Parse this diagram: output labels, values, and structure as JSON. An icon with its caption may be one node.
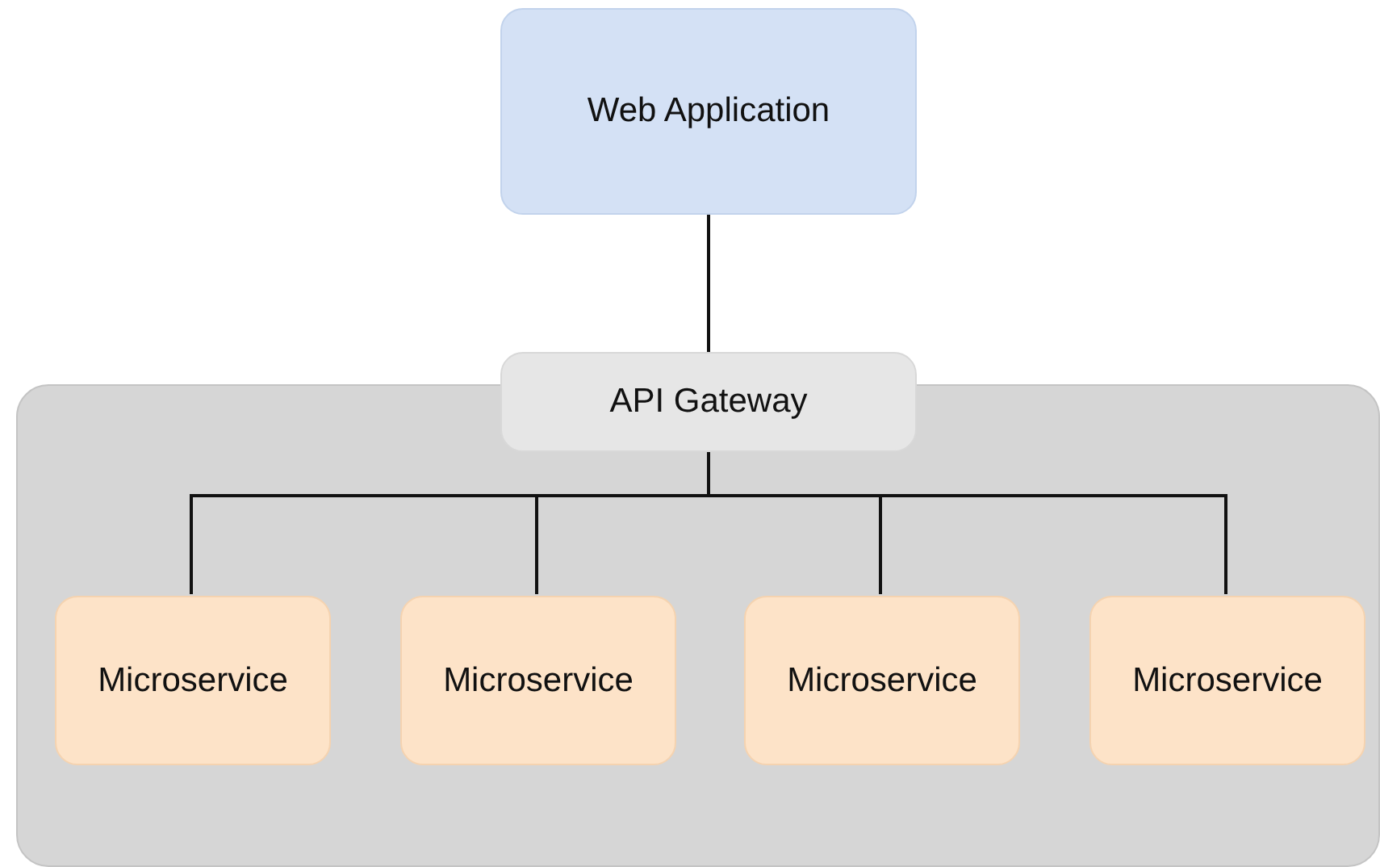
{
  "diagram": {
    "nodes": [
      {
        "text": [
          "Web Application"
        ]
      },
      {
        "text": [
          "API Gateway"
        ]
      },
      {
        "text": [],
        "shape": "box"
      },
      {
        "text": [
          "Microservice"
        ],
        "in": 2
      },
      {
        "text": [
          "Microservice"
        ],
        "in": 2
      },
      {
        "text": [
          "Microservice"
        ],
        "in": 2
      },
      {
        "text": [
          "Microservice"
        ],
        "in": 2
      }
    ],
    "edges": [
      {
        "from": 0,
        "to": 1,
        "arrow": "none"
      },
      {
        "from": 1,
        "to": 3,
        "arrow": "none"
      },
      {
        "from": 1,
        "to": 4,
        "arrow": "none"
      },
      {
        "from": 1,
        "to": 5,
        "arrow": "none"
      },
      {
        "from": 1,
        "to": 6,
        "arrow": "none"
      }
    ]
  }
}
